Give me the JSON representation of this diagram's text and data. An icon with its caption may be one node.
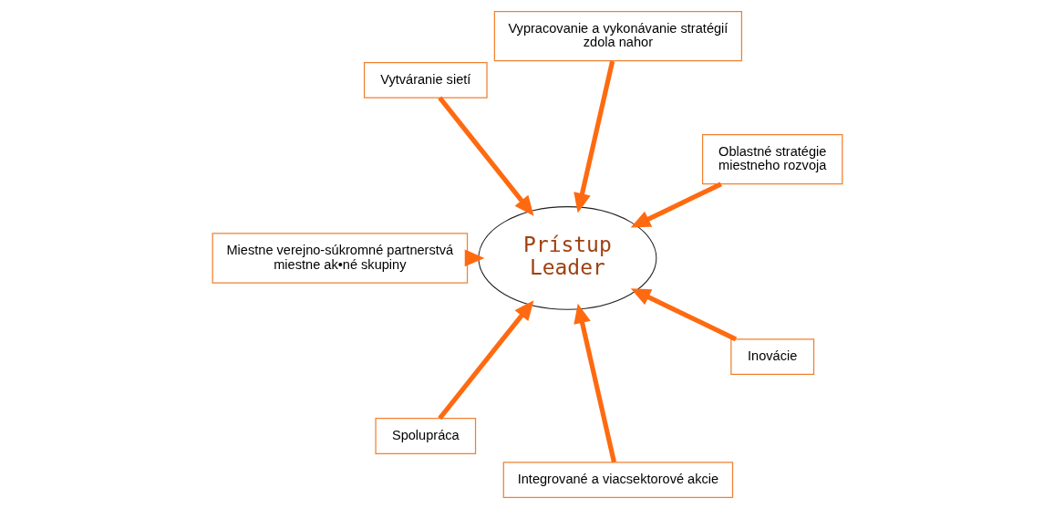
{
  "diagram": {
    "nodes": [
      {
        "text": [
          "Oblastné stratégie miestneho rozvoja"
        ]
      },
      {
        "text": [
          "Vypracovanie a vykonávanie stratégií zdola nahor"
        ]
      },
      {
        "text": [
          "Vytváranie sietí"
        ]
      },
      {
        "text": [
          "Prístup Leader"
        ]
      },
      {
        "text": [
          "Miestne verejno-súkromné partnerstvá miestne ak•né skupiny"
        ]
      },
      {
        "text": [
          "Spolupráca"
        ]
      },
      {
        "text": [
          "Integrované a viacsektorové akcie"
        ]
      },
      {
        "text": [
          "Inovácie"
        ]
      }
    ],
    "edges": [
      {
        "from": 0,
        "to": 3,
        "arrow": "to"
      },
      {
        "from": 1,
        "to": 3,
        "arrow": "to"
      },
      {
        "from": 2,
        "to": 3,
        "arrow": "to"
      },
      {
        "from": 4,
        "to": 3,
        "arrow": "to"
      },
      {
        "from": 5,
        "to": 3,
        "arrow": "to"
      },
      {
        "from": 6,
        "to": 3,
        "arrow": "to"
      },
      {
        "from": 7,
        "to": 3,
        "arrow": "to"
      }
    ]
  }
}
